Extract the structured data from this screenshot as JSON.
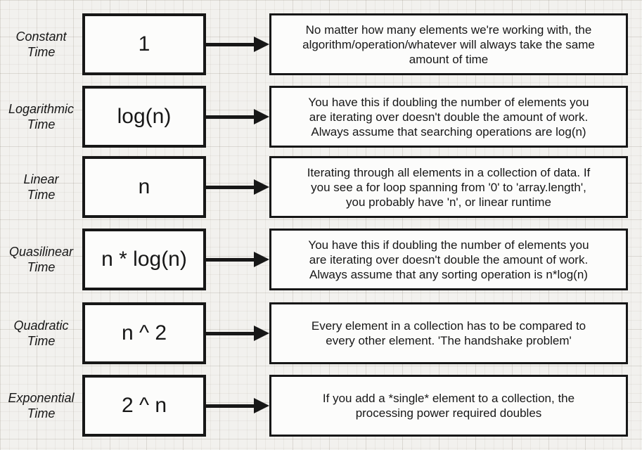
{
  "diagram": {
    "name": "big-o-complexity-diagram",
    "rows": [
      {
        "label": [
          "Constant",
          "Time"
        ],
        "notation": "1",
        "description": [
          "No matter how many elements we're working with, the",
          "algorithm/operation/whatever will always take the same",
          "amount of time"
        ]
      },
      {
        "label": [
          "Logarithmic",
          "Time"
        ],
        "notation": "log(n)",
        "description": [
          "You have this if doubling the number of elements you",
          "are iterating over doesn't double the amount of work.",
          "Always assume that searching operations are log(n)"
        ]
      },
      {
        "label": [
          "Linear",
          "Time"
        ],
        "notation": "n",
        "description": [
          "Iterating through all elements in a collection of data.  If",
          "you see a for loop spanning from '0' to 'array.length',",
          "you probably have 'n', or linear runtime"
        ]
      },
      {
        "label": [
          "Quasilinear",
          "Time"
        ],
        "notation": "n * log(n)",
        "description": [
          "You have this if doubling the number of elements you",
          "are iterating over doesn't double the amount of work.",
          "Always assume that any sorting operation is n*log(n)"
        ]
      },
      {
        "label": [
          "Quadratic",
          "Time"
        ],
        "notation": "n ^ 2",
        "description": [
          "Every element in a collection has to be compared to",
          "every other element.  'The handshake problem'"
        ]
      },
      {
        "label": [
          "Exponential",
          "Time"
        ],
        "notation": "2 ^ n",
        "description": [
          "If you add a *single* element to a collection, the",
          "processing power required doubles"
        ]
      }
    ]
  },
  "colors": {
    "background": "#f2f1ee",
    "box_fill": "#fcfcfb",
    "box_border": "#171717",
    "text": "#171717",
    "arrow": "#171717"
  }
}
